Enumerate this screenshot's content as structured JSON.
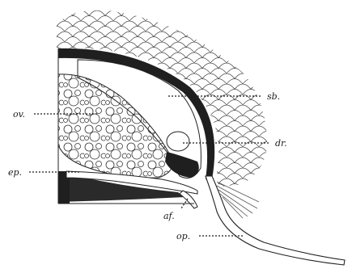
{
  "figure": {
    "labels": {
      "sb": "sb.",
      "dr": "dr.",
      "ov": "ov.",
      "ep": "ep.",
      "af": "af.",
      "op": "op."
    },
    "colors": {
      "ink": "#1a1a1a",
      "paper": "#ffffff",
      "dark_fill": "#2a2a2a"
    }
  }
}
